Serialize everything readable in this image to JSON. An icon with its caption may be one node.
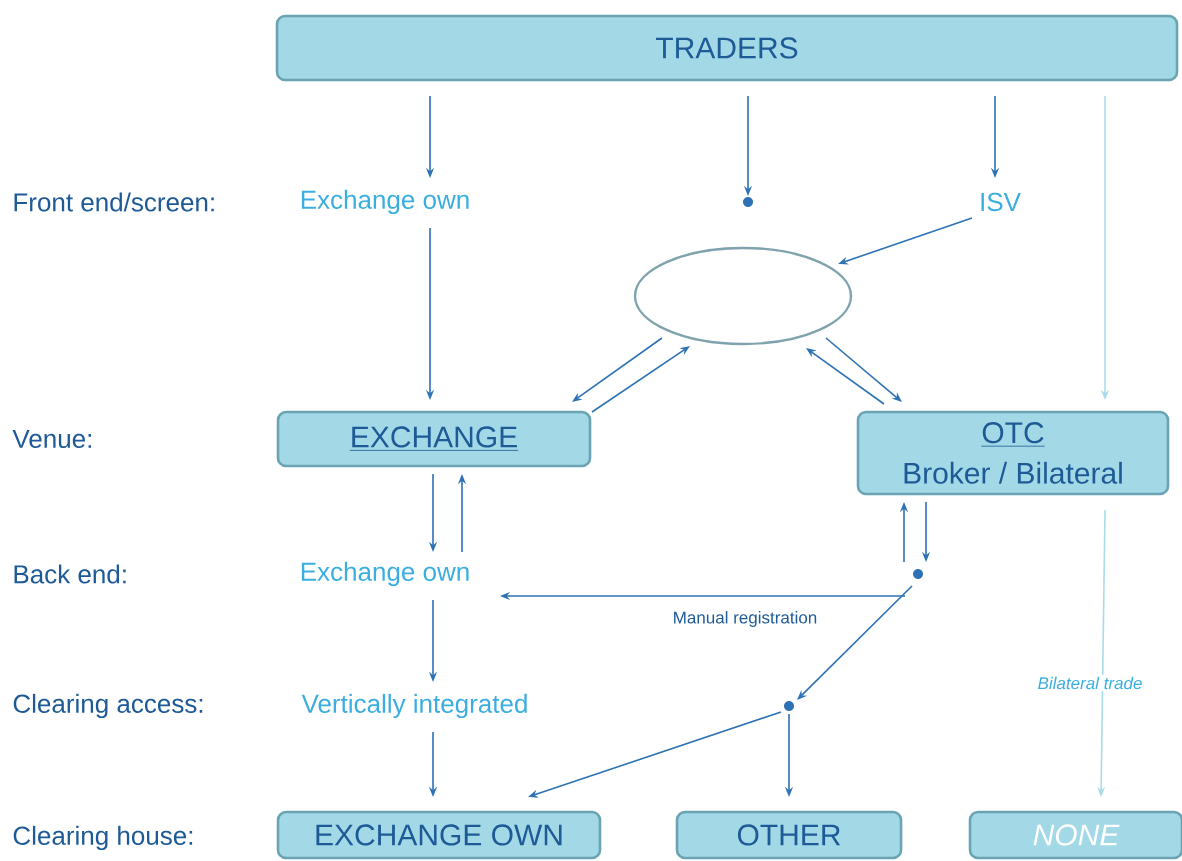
{
  "diagram": {
    "nodes": [
      {
        "text": [
          "TRADERS"
        ]
      },
      {
        "text": [
          "Exchange own"
        ]
      },
      {
        "text": [],
        "shape": "dot"
      },
      {
        "text": [
          "ISV"
        ]
      },
      {
        "text": [],
        "shape": "ellipse"
      },
      {
        "text": [
          "EXCHANGE"
        ]
      },
      {
        "text": [
          "OTC",
          "Broker / Bilateral"
        ]
      },
      {
        "text": [
          "Exchange own"
        ]
      },
      {
        "text": [],
        "shape": "dot"
      },
      {
        "text": [
          "Vertically integrated"
        ]
      },
      {
        "text": [],
        "shape": "dot"
      },
      {
        "text": [
          "EXCHANGE OWN"
        ]
      },
      {
        "text": [
          "OTHER"
        ]
      },
      {
        "text": [
          "NONE"
        ]
      }
    ],
    "edges": [
      {
        "from": 0,
        "to": 1,
        "arrow": "to"
      },
      {
        "from": 0,
        "to": 2,
        "arrow": "to"
      },
      {
        "from": 0,
        "to": 3,
        "arrow": "to"
      },
      {
        "from": 0,
        "to": 6,
        "arrow": "to",
        "color": "#a8dcea"
      },
      {
        "from": 1,
        "to": 5,
        "arrow": "to"
      },
      {
        "from": 3,
        "to": 4,
        "arrow": "to"
      },
      {
        "from": 4,
        "to": 5,
        "arrow": "to"
      },
      {
        "from": 5,
        "to": 4,
        "arrow": "to"
      },
      {
        "from": 4,
        "to": 6,
        "arrow": "to"
      },
      {
        "from": 6,
        "to": 4,
        "arrow": "to"
      },
      {
        "from": 5,
        "to": 7,
        "arrow": "to"
      },
      {
        "from": 7,
        "to": 5,
        "arrow": "to"
      },
      {
        "from": 6,
        "to": 8,
        "arrow": "to"
      },
      {
        "from": 8,
        "to": 6,
        "arrow": "to"
      },
      {
        "from": 8,
        "to": 7,
        "arrow": "to",
        "label": "Manual registration"
      },
      {
        "from": 8,
        "to": 10,
        "arrow": "to"
      },
      {
        "from": 7,
        "to": 9,
        "arrow": "to"
      },
      {
        "from": 9,
        "to": 11,
        "arrow": "to"
      },
      {
        "from": 10,
        "to": 11,
        "arrow": "to"
      },
      {
        "from": 10,
        "to": 12,
        "arrow": "to"
      },
      {
        "from": 6,
        "to": 13,
        "arrow": "to",
        "color": "#a8dcea",
        "label": "Bilateral trade"
      }
    ],
    "labels": [
      "Front end/screen:",
      "Venue:",
      "Back end:",
      "Clearing access:",
      "Clearing house:"
    ]
  }
}
